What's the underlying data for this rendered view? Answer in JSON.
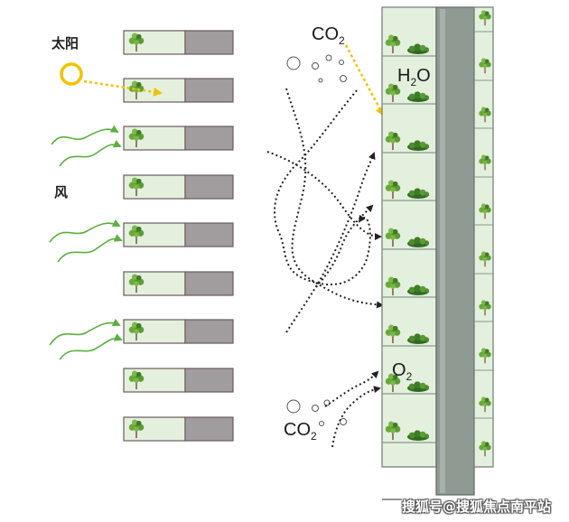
{
  "labels": {
    "sun": "太阳",
    "wind": "风",
    "co2_top": {
      "main": "CO",
      "sub": "2"
    },
    "h2o": {
      "main": "H",
      "sub": "2",
      "tail": "O"
    },
    "o2": {
      "main": "O",
      "sub": "2"
    },
    "co2_bottom": {
      "main": "CO",
      "sub": "2"
    }
  },
  "watermark": "搜狐号@搜狐焦点南平站",
  "colors": {
    "sun": "#f2c200",
    "sunlight_arrow": "#f2c200",
    "wind": "#5ab040",
    "airflow": "#222222",
    "panel_green": "#e4f0dd",
    "panel_gray": "#a19c9e",
    "facade_green": "#e3f0dd",
    "core_gray": "#8f9a92"
  },
  "icons": [
    "sun-icon",
    "wind-icon",
    "tree-icon",
    "shrub-icon",
    "bubble-icon",
    "airflow-arrow-icon"
  ]
}
